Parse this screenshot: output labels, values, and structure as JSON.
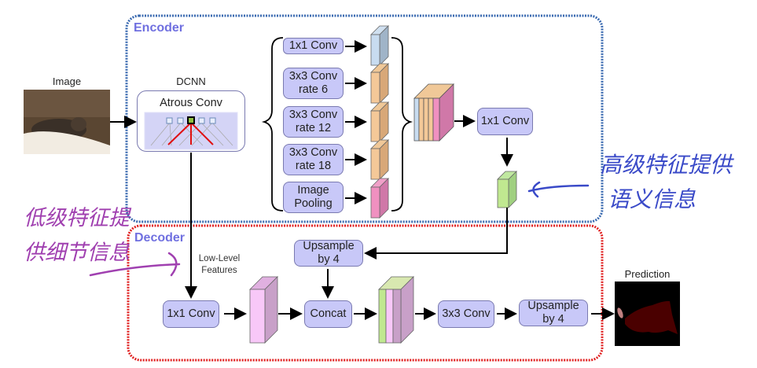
{
  "encoder": {
    "title": "Encoder",
    "border_color": "#3a6ab0",
    "input_label": "Image",
    "dcnn_label": "DCNN",
    "atrous_label": "Atrous Conv",
    "aspp_branches": [
      {
        "line1": "1x1 Conv",
        "line2": "",
        "feature_color": "#b8cce0"
      },
      {
        "line1": "3x3 Conv",
        "line2": "rate 6",
        "feature_color": "#e8b888"
      },
      {
        "line1": "3x3 Conv",
        "line2": "rate 12",
        "feature_color": "#e8b888"
      },
      {
        "line1": "3x3 Conv",
        "line2": "rate 18",
        "feature_color": "#e8b888"
      },
      {
        "line1": "Image",
        "line2": "Pooling",
        "feature_color": "#e080b0"
      }
    ],
    "fuse_conv_label": "1x1 Conv",
    "output_feature_color": "#a8d888"
  },
  "decoder": {
    "title": "Decoder",
    "border_color": "#e02020",
    "low_level_label_line1": "Low-Level",
    "low_level_label_line2": "Features",
    "conv1_label": "1x1 Conv",
    "upsample1_line1": "Upsample",
    "upsample1_line2": "by 4",
    "concat_label": "Concat",
    "conv3_label": "3x3 Conv",
    "upsample2_line1": "Upsample",
    "upsample2_line2": "by 4",
    "prediction_label": "Prediction"
  },
  "annotations": {
    "high_level_line1": "高级特征提供",
    "high_level_line2": "语义信息",
    "high_level_color": "#3a4ac8",
    "low_level_line1": "低级特征提",
    "low_level_line2": "供细节信息",
    "low_level_color": "#a040b0"
  },
  "colors": {
    "box_fill": "#c8c8f8",
    "title_color": "#7070e0"
  }
}
